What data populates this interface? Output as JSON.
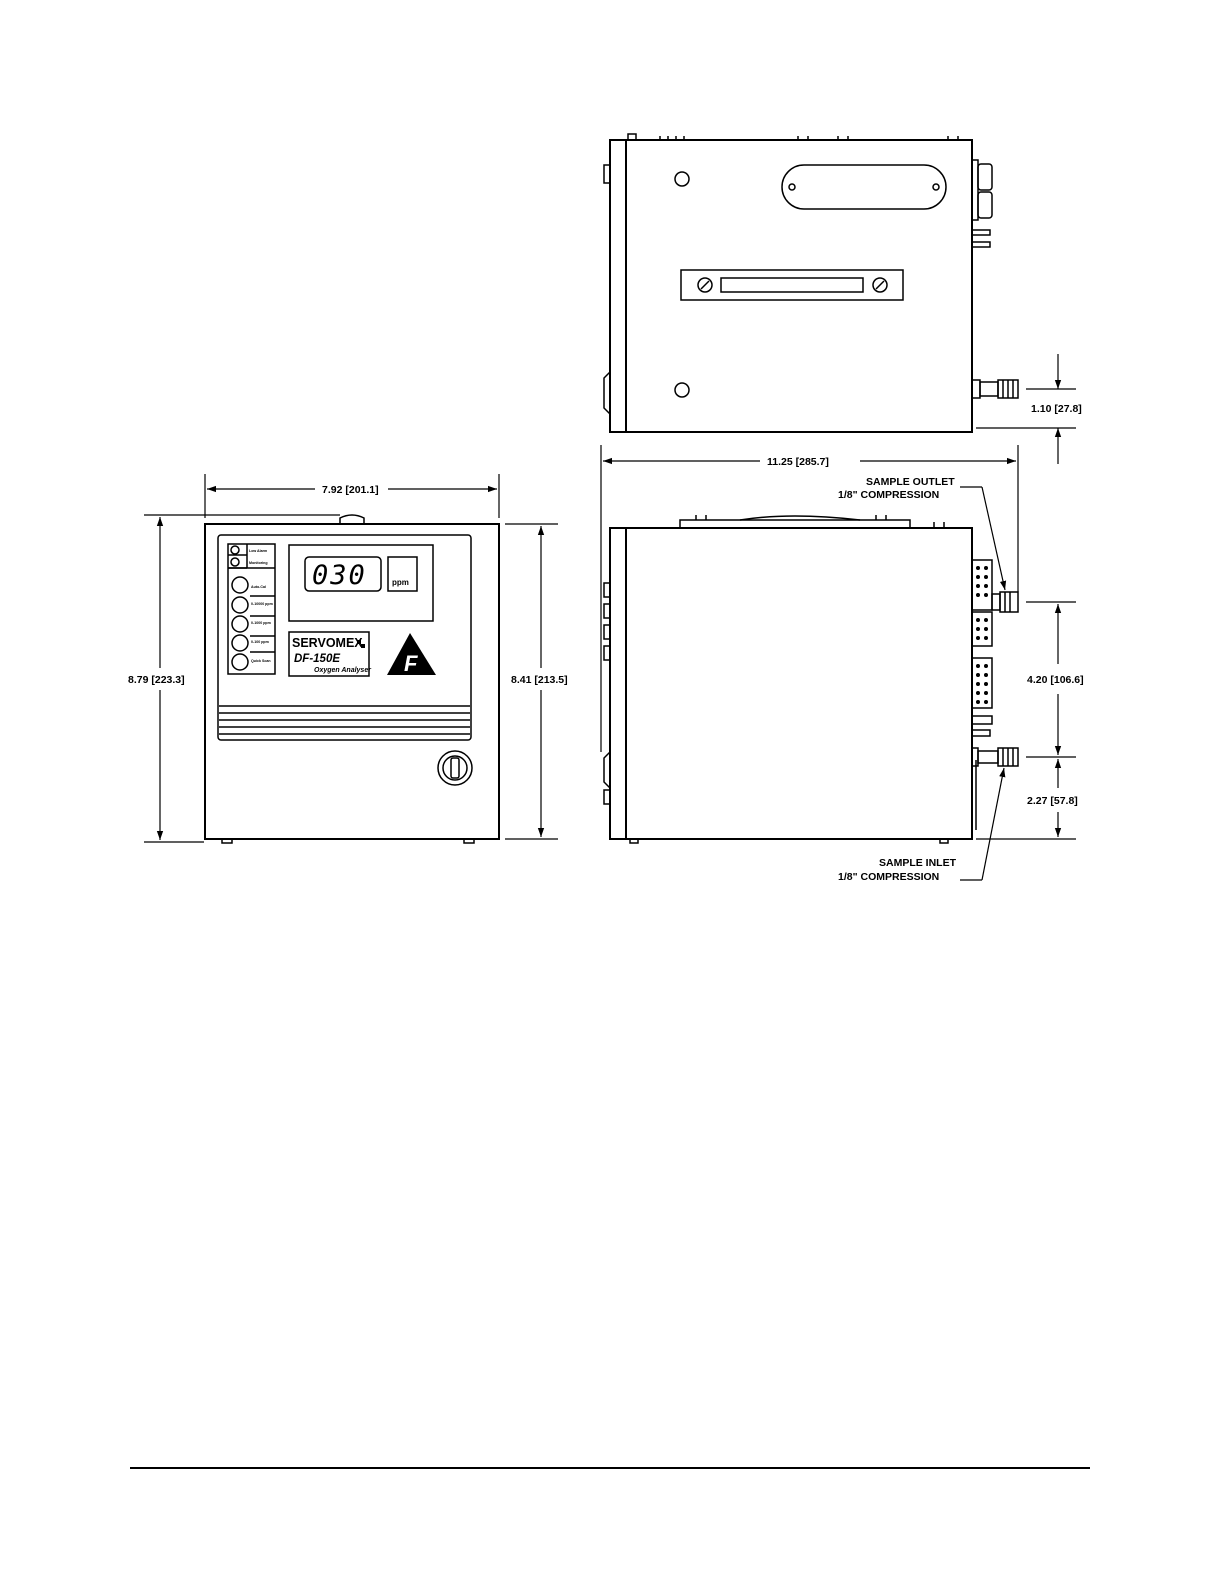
{
  "dimensions": {
    "front_width": "7.92  [201.1]",
    "front_height_overall": "8.79  [223.3]",
    "front_height_body": "8.41  [213.5]",
    "side_depth": "11.25  [285.7]",
    "outlet_to_inlet": "4.20  [106.6]",
    "inlet_to_base": "2.27  [57.8]",
    "top_fitting_offset": "1.10  [27.8]"
  },
  "labels": {
    "sample_outlet_line1": "SAMPLE  OUTLET",
    "sample_outlet_line2": "1/8\"  COMPRESSION",
    "sample_inlet_line1": "SAMPLE  INLET",
    "sample_inlet_line2": "1/8\"  COMPRESSION"
  },
  "front_panel": {
    "display_value": "030",
    "display_unit": "ppm",
    "brand": "SERVOMEX",
    "model": "DF-150E",
    "product": "Oxygen Analyser",
    "logo_letter": "F",
    "key_labels": [
      "Low Alarm",
      "Monitoring",
      "Auto-Cal",
      "0-10000 ppm",
      "0-1000 ppm",
      "0-100 ppm",
      "Quick Scan"
    ]
  },
  "icons": [
    "servomex-logo-icon",
    "triangle-f-logo-icon",
    "door-lock-icon",
    "screw-icon"
  ]
}
